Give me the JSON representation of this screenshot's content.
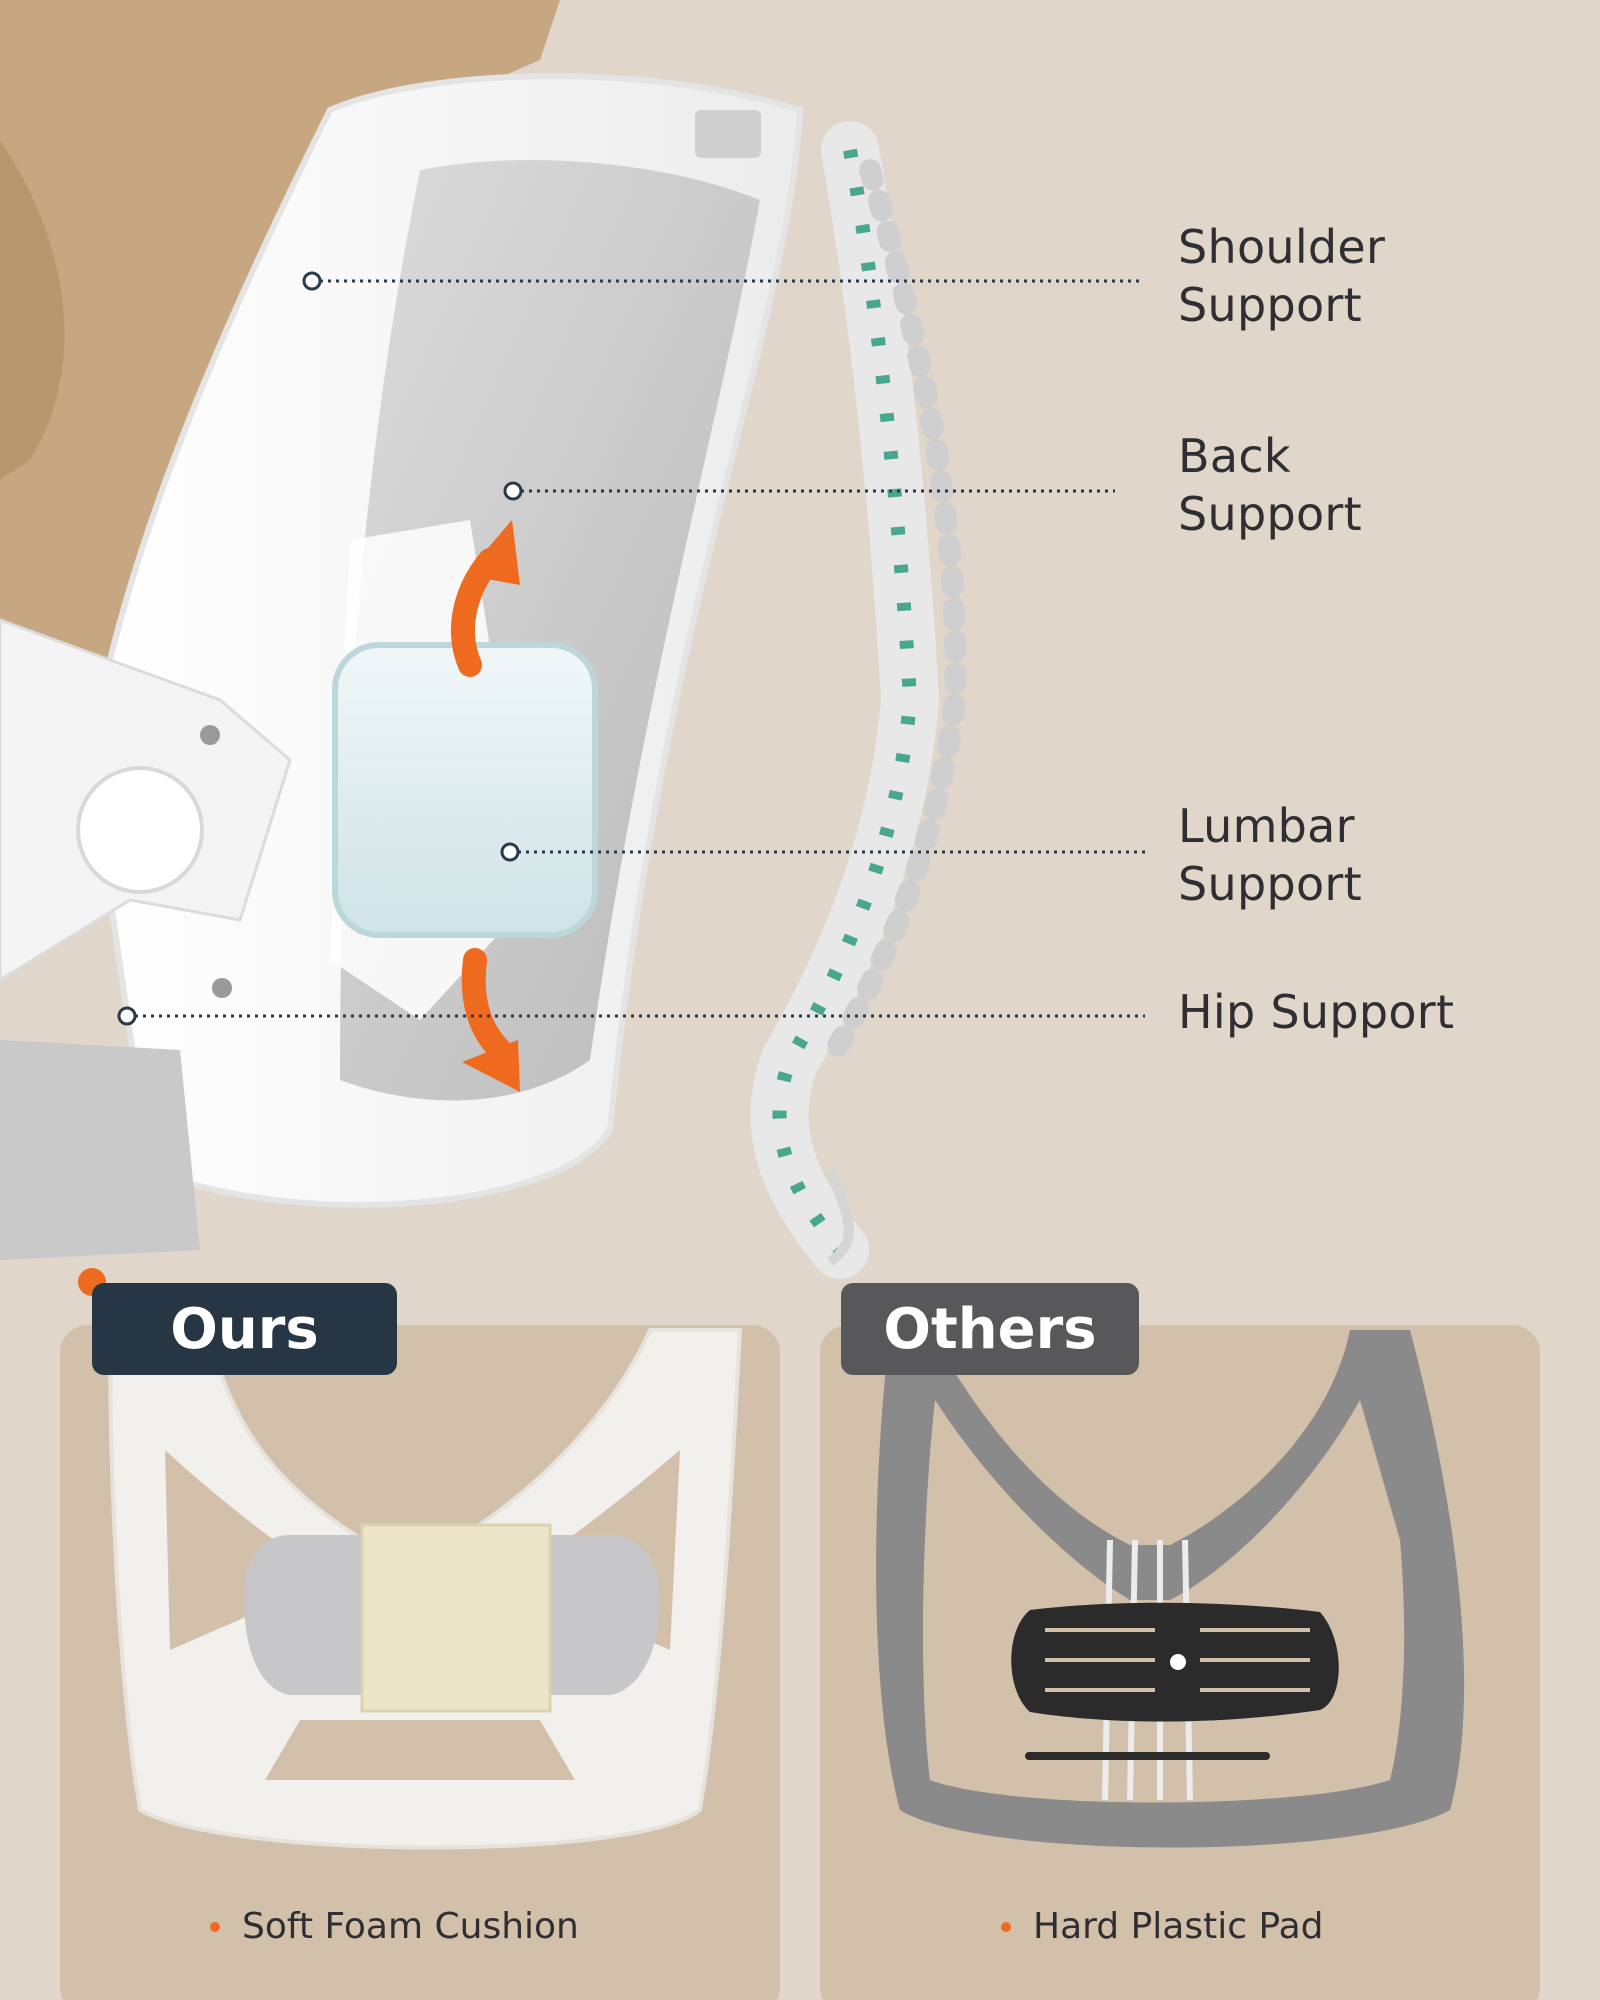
{
  "callouts": {
    "shoulder": "Shoulder\nSupport",
    "back": "Back\nSupport",
    "lumbar": "Lumbar\nSupport",
    "hip": "Hip Support"
  },
  "comparison": {
    "ours": {
      "title": "Ours",
      "caption": "Soft Foam Cushion"
    },
    "others": {
      "title": "Others",
      "caption": "Hard Plastic Pad"
    }
  },
  "colors": {
    "background": "#e0d6c9",
    "panel": "#d2c0ab",
    "ours_tag": "#263645",
    "others_tag": "#58585a",
    "accent": "#ee6a1e",
    "spine_disc": "#4aa78f"
  },
  "icons": [
    "adjust-up-arrow-icon",
    "adjust-down-arrow-icon",
    "bullet-dot-icon"
  ]
}
